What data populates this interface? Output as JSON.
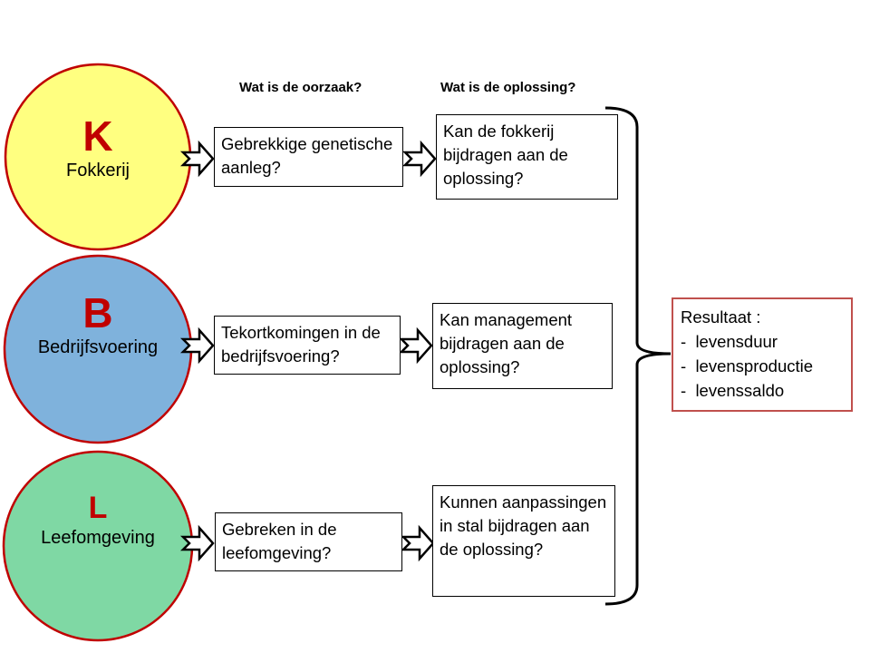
{
  "headers": {
    "cause": "Wat is de oorzaak?",
    "solution": "Wat is de oplossing?"
  },
  "rows": [
    {
      "letter": "K",
      "label": "Fokkerij",
      "color": "#ffff80",
      "cause": "Gebrekkige genetische aanleg?",
      "solution": "Kan de fokkerij bijdragen aan de oplossing?"
    },
    {
      "letter": "B",
      "label": "Bedrijfsvoering",
      "color": "#7fb2dc",
      "cause": "Tekortkomingen in de bedrijfsvoering?",
      "solution": "Kan management bijdragen aan de oplossing?"
    },
    {
      "letter": "L",
      "label": "Leefomgeving",
      "color": "#7fd8a4",
      "cause": "Gebreken in de leefomgeving?",
      "solution": "Kunnen aanpassingen in stal bijdragen aan de oplossing?"
    }
  ],
  "result": {
    "title": "Resultaat :",
    "items": [
      "-  levensduur",
      "-  levensproductie",
      "-  levenssaldo"
    ]
  },
  "colors": {
    "circle_border": "#c00000",
    "result_border": "#c0504d",
    "letter": "#c00000"
  }
}
